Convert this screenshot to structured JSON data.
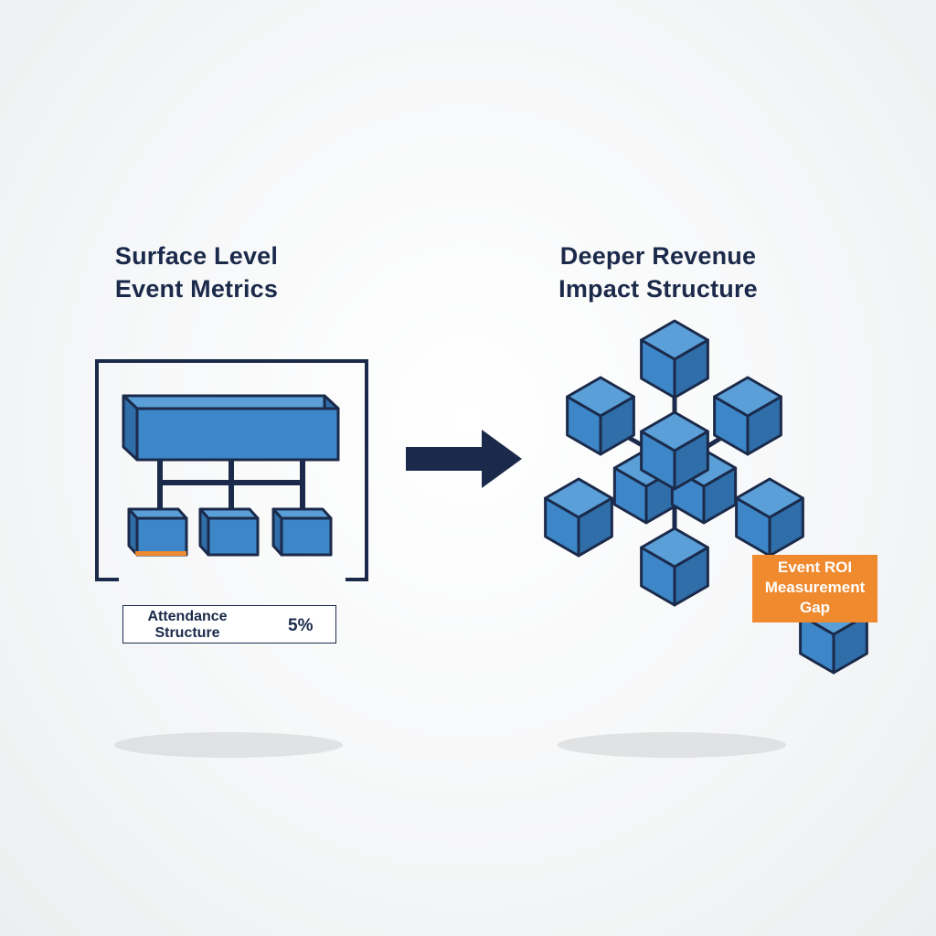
{
  "left_panel": {
    "title_line1": "Surface Level",
    "title_line2": "Event Metrics",
    "metric": {
      "label_line1": "Attendance",
      "label_line2": "Structure",
      "value": "5%"
    }
  },
  "right_panel": {
    "title_line1": "Deeper Revenue",
    "title_line2": "Impact Structure",
    "callout": {
      "line1": "Event ROI",
      "line2": "Measurement",
      "line3": "Gap"
    }
  },
  "colors": {
    "cube_front": "#3d86c8",
    "cube_top": "#5a9fd8",
    "cube_side": "#2f6ea8",
    "outline": "#1b2a4a",
    "accent": "#ef8a2e"
  },
  "icons": [
    "arrow-right-icon"
  ]
}
